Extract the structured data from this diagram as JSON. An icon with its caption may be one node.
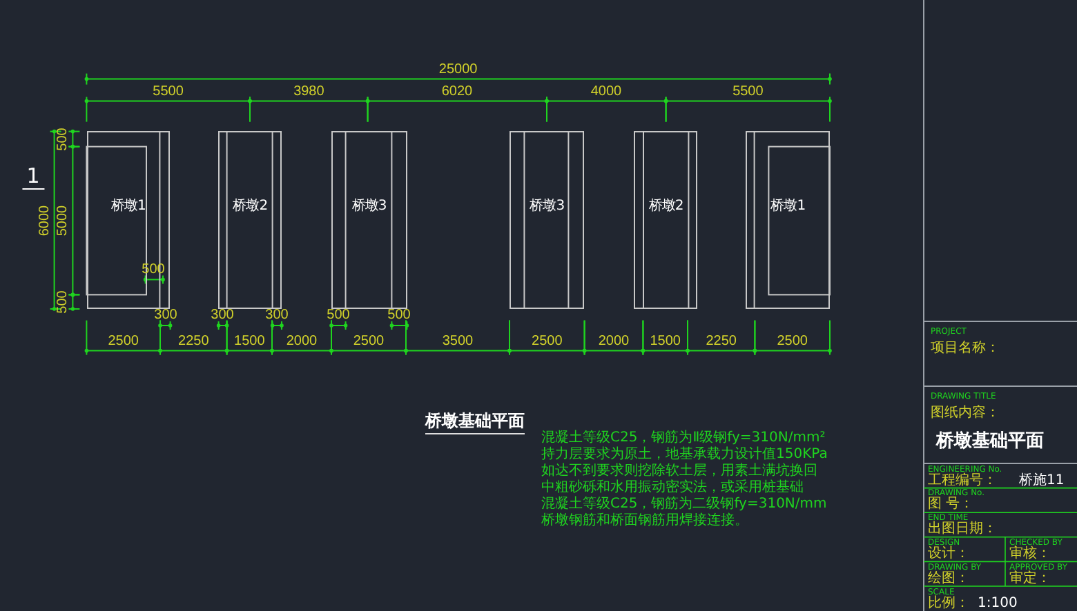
{
  "diagram": {
    "title": "桥墩基础平面",
    "nodes": [
      {
        "text": [
          "桥墩1"
        ]
      },
      {
        "text": [
          "桥墩2"
        ]
      },
      {
        "text": [
          "桥墩3"
        ]
      },
      {
        "text": [
          "桥墩3"
        ]
      },
      {
        "text": [
          "桥墩2"
        ]
      },
      {
        "text": [
          "桥墩1"
        ]
      }
    ],
    "labels": [
      "25000",
      "5500",
      "3980",
      "6020",
      "4000",
      "5500",
      "1",
      "500",
      "6000",
      "5000",
      "500",
      "500",
      "300",
      "300",
      "300",
      "500",
      "500",
      "2500",
      "2250",
      "1500",
      "2000",
      "2500",
      "3500",
      "2500",
      "2000",
      "1500",
      "2250",
      "2500",
      "混凝土等级C25，钢筋为Ⅱ级钢fy=310N/mm²",
      "持力层要求为原土，地基承载力设计值150KPa",
      "如达不到要求则挖除软土层，用素土满坑换回",
      "中粗砂砾和水用振动密实法，或采用桩基础",
      "混凝土等级C25，钢筋为二级钢fy=310N/mm",
      "桥墩钢筋和桥面钢筋用焊接连接。",
      "PROJECT",
      "项目名称：",
      "DRAWING TITLE",
      "图纸内容：",
      "桥墩基础平面",
      "ENGINEERING No.",
      "工程编号：",
      "桥施11",
      "DRAWING No.",
      "图 号：",
      "END TIME",
      "出图日期：",
      "DESIGN",
      "设计：",
      "CHECKED BY",
      "审核：",
      "DRAWING BY",
      "绘图：",
      "APPROVED BY",
      "审定：",
      "SCALE",
      "比例：",
      "1:100"
    ]
  }
}
